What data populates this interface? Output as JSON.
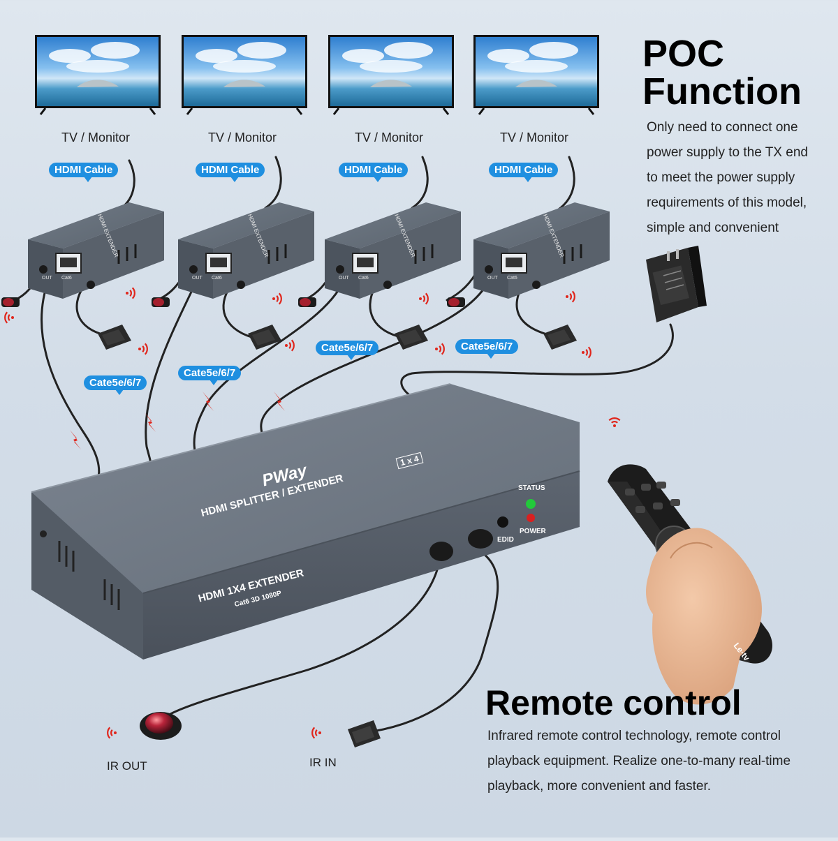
{
  "monitors": [
    {
      "label": "TV / Monitor"
    },
    {
      "label": "TV / Monitor"
    },
    {
      "label": "TV / Monitor"
    },
    {
      "label": "TV / Monitor"
    }
  ],
  "hdmi_cable_label": "HDMI Cable",
  "cat_cable_labels": [
    "Cate5e/6/7",
    "Cate5e/6/7",
    "Cate5e/6/7",
    "Cate5e/6/7"
  ],
  "poc": {
    "title_line1": "POC",
    "title_line2": "Function",
    "description": [
      "Only need to connect one",
      "power supply to the TX end",
      "to meet the power supply",
      "requirements of this model,",
      "simple and convenient"
    ]
  },
  "remote": {
    "title": "Remote control",
    "description": [
      "Infrared remote control technology, remote control",
      "playback equipment. Realize one-to-many real-time",
      "playback, more convenient and faster."
    ],
    "brand": "Le·tv"
  },
  "device": {
    "brand": "PWay",
    "top_label": "HDMI SPLITTER / EXTENDER",
    "top_badge": "1 x 4",
    "front_label": "HDMI 1X4 EXTENDER",
    "front_sub": "Cat6  3D  1080P",
    "status_label": "STATUS",
    "power_label": "POWER",
    "edid_label": "EDID",
    "status_color": "#22c93a",
    "power_color": "#d82020"
  },
  "receiver": {
    "top_text": "HDMI EXTENDER",
    "port_label": "Cat6",
    "out_label": "OUT"
  },
  "ir": {
    "out_label": "IR OUT",
    "in_label": "IR IN"
  },
  "colors": {
    "device_gray": "#6b7480",
    "tag_blue": "#1f8fe0",
    "signal_red": "#e0261c"
  }
}
